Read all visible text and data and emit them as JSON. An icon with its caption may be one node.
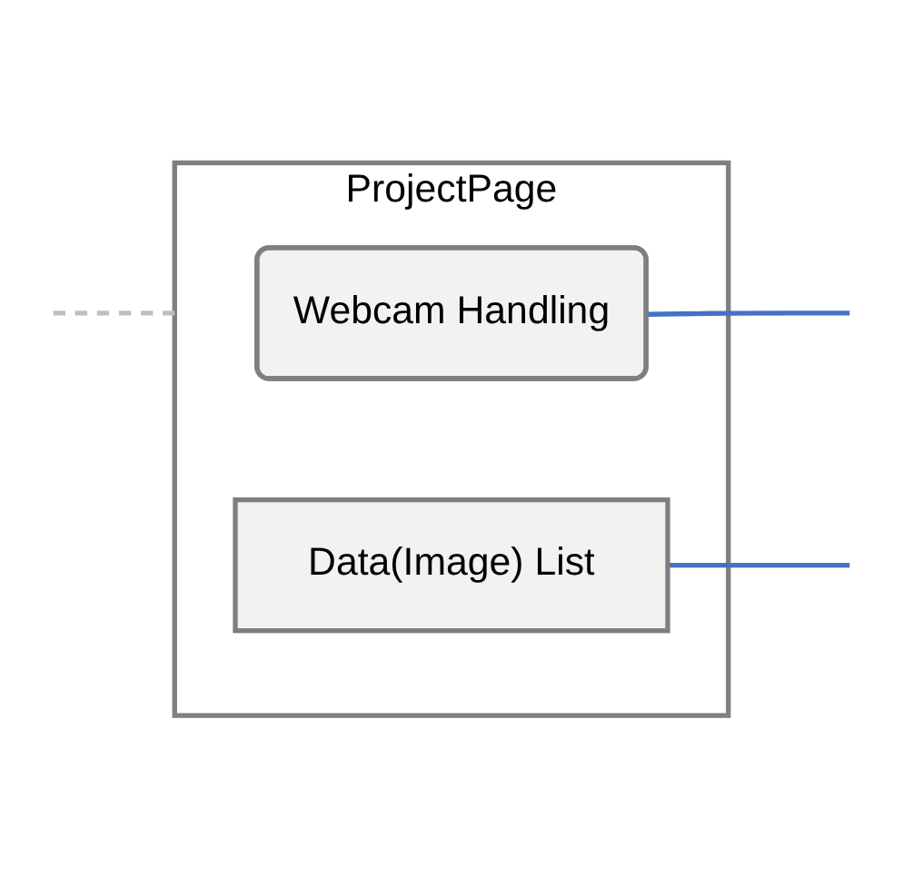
{
  "diagram": {
    "nodes": [
      {
        "text": [
          "ProjectPage"
        ]
      },
      {
        "text": [
          "Webcam Handling"
        ],
        "in": 0
      },
      {
        "text": [
          "Data(Image) List"
        ],
        "in": 0
      }
    ],
    "edges": [
      {
        "from": 1,
        "to": null,
        "arrow": "none"
      },
      {
        "from": 2,
        "to": null,
        "arrow": "none"
      },
      {
        "from": null,
        "to": 0,
        "arrow": "none",
        "style": "dashed",
        "color": "#bfbfbf"
      }
    ]
  }
}
